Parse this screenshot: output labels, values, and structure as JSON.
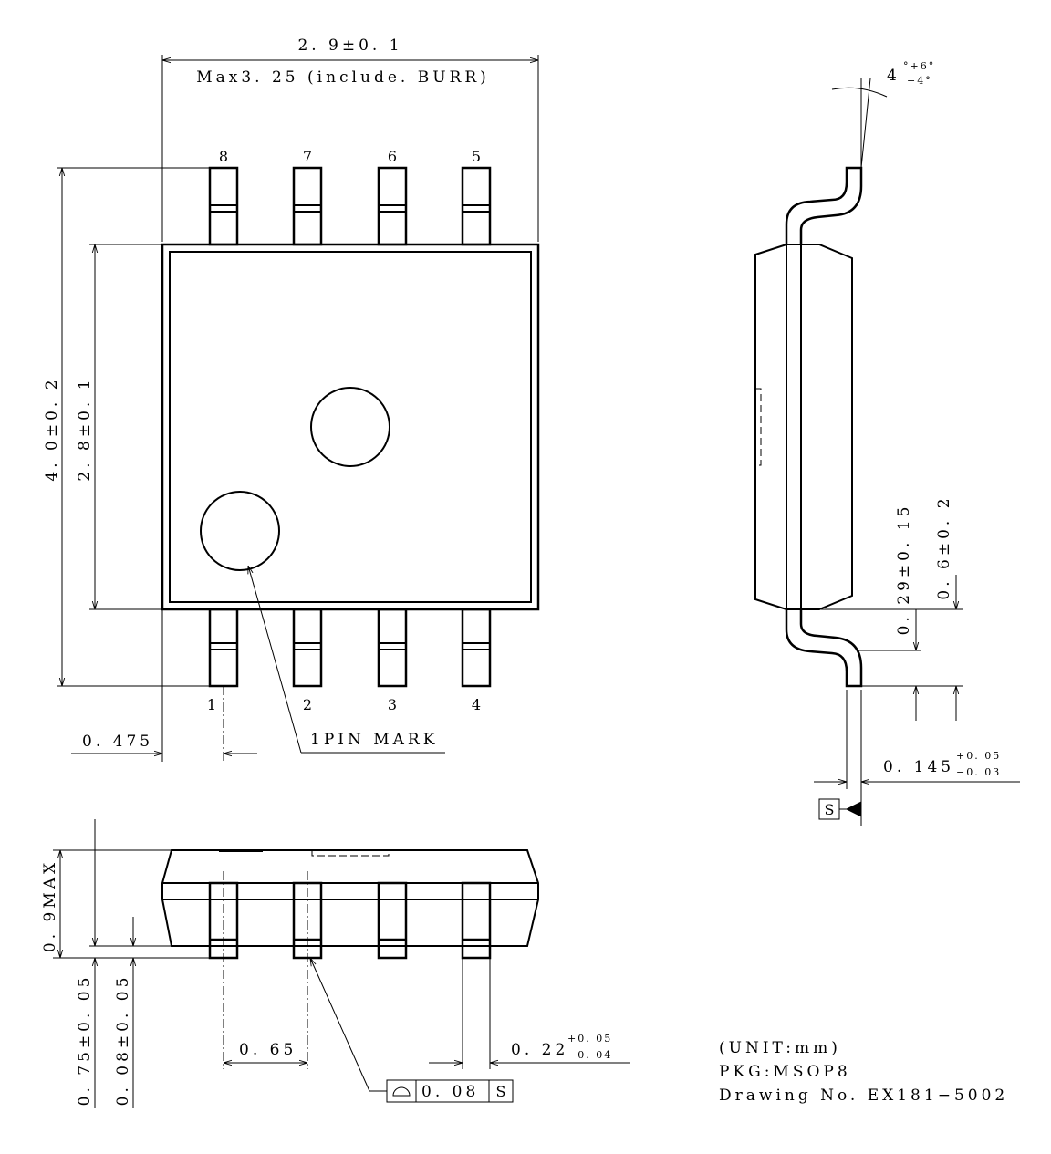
{
  "colors": {
    "ink": "#000000",
    "paper": "#ffffff"
  },
  "top_view": {
    "width_dim": "2. 9±0. 1",
    "max_dim": "Max3. 25 (include. BURR)",
    "height_outer_dim": "4. 0±0. 2",
    "height_body_dim": "2. 8±0. 1",
    "pin1_offset_dim": "0. 475",
    "pin1_mark_label": "1PIN MARK",
    "pins_top": [
      "8",
      "7",
      "6",
      "5"
    ],
    "pins_bottom": [
      "1",
      "2",
      "3",
      "4"
    ]
  },
  "side_view": {
    "angle_base": "4",
    "angle_sup": "°+6°",
    "angle_sub": "−4°",
    "standoff_dim": "0. 29±0. 15",
    "lead_len_dim": "0. 6±0. 2",
    "lead_thk_base": "0. 145",
    "lead_thk_sup": "+0. 05",
    "lead_thk_sub": "−0. 03",
    "datum": "S"
  },
  "front_view": {
    "height_max_dim": "0. 9MAX",
    "body_thk_dim": "0. 75±0. 05",
    "standoff_dim": "0. 08±0. 05",
    "pitch_dim": "0. 65",
    "lead_w_base": "0. 22",
    "lead_w_sup": "+0. 05",
    "lead_w_sub": "−0. 04",
    "flatness_value": "0. 08",
    "flatness_datum": "S"
  },
  "notes": {
    "unit": "(UNIT:mm)",
    "package": "PKG:MSOP8",
    "drawing_no": "Drawing  No. EX181−5002"
  }
}
